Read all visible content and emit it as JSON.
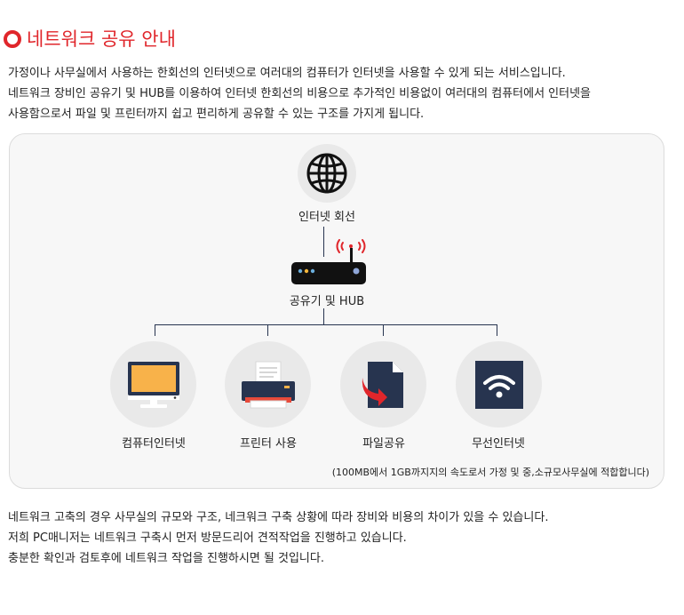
{
  "header": {
    "title": "네트워크 공유 안내"
  },
  "intro": {
    "lines": [
      "가정이나 사무실에서 사용하는 한회선의 인터넷으로 여러대의 컴퓨터가 인터넷을 사용할 수 있게 되는 서비스입니다.",
      "네트워크 장비인 공유기 및 HUB를 이용하여 인터넷 한회선의 비용으로 추가적인 비용없이 여러대의 컴퓨터에서 인터넷을",
      "사용함으로서 파일 및 프린터까지 쉽고 편리하게 공유할 수 있는 구조를 가지게 됩니다."
    ]
  },
  "diagram": {
    "internet": {
      "label": "인터넷 회선",
      "icon": "globe-icon"
    },
    "router": {
      "label": "공유기 및 HUB",
      "icon": "router-icon"
    },
    "devices": [
      {
        "label": "컴퓨터인터넷",
        "icon": "monitor-icon"
      },
      {
        "label": "프린터 사용",
        "icon": "printer-icon"
      },
      {
        "label": "파일공유",
        "icon": "file-share-icon"
      },
      {
        "label": "무선인터넷",
        "icon": "wifi-icon"
      }
    ],
    "note": "(100MB에서 1GB까지지의 속도로서 가정 및 중,소규모사무실에 적합합니다)"
  },
  "outro": {
    "lines": [
      "네트워크 고축의 경우 사무실의 규모와 구조, 네크워크 구축 상황에 따라 장비와 비용의 차이가 있을 수 있습니다.",
      "저희 PC매니저는 네트워크 구축시 먼저 방문드리어 견적작업을 진행하고 있습니다.",
      "충분한 확인과 검토후에 네트워크 작업을 진행하시면 될 것입니다."
    ]
  },
  "colors": {
    "accent": "#e0262b",
    "navy": "#27344f",
    "monitor_screen": "#f8b24a",
    "panel_bg": "#f7f7f7",
    "circle_bg": "#e9e9e9"
  }
}
